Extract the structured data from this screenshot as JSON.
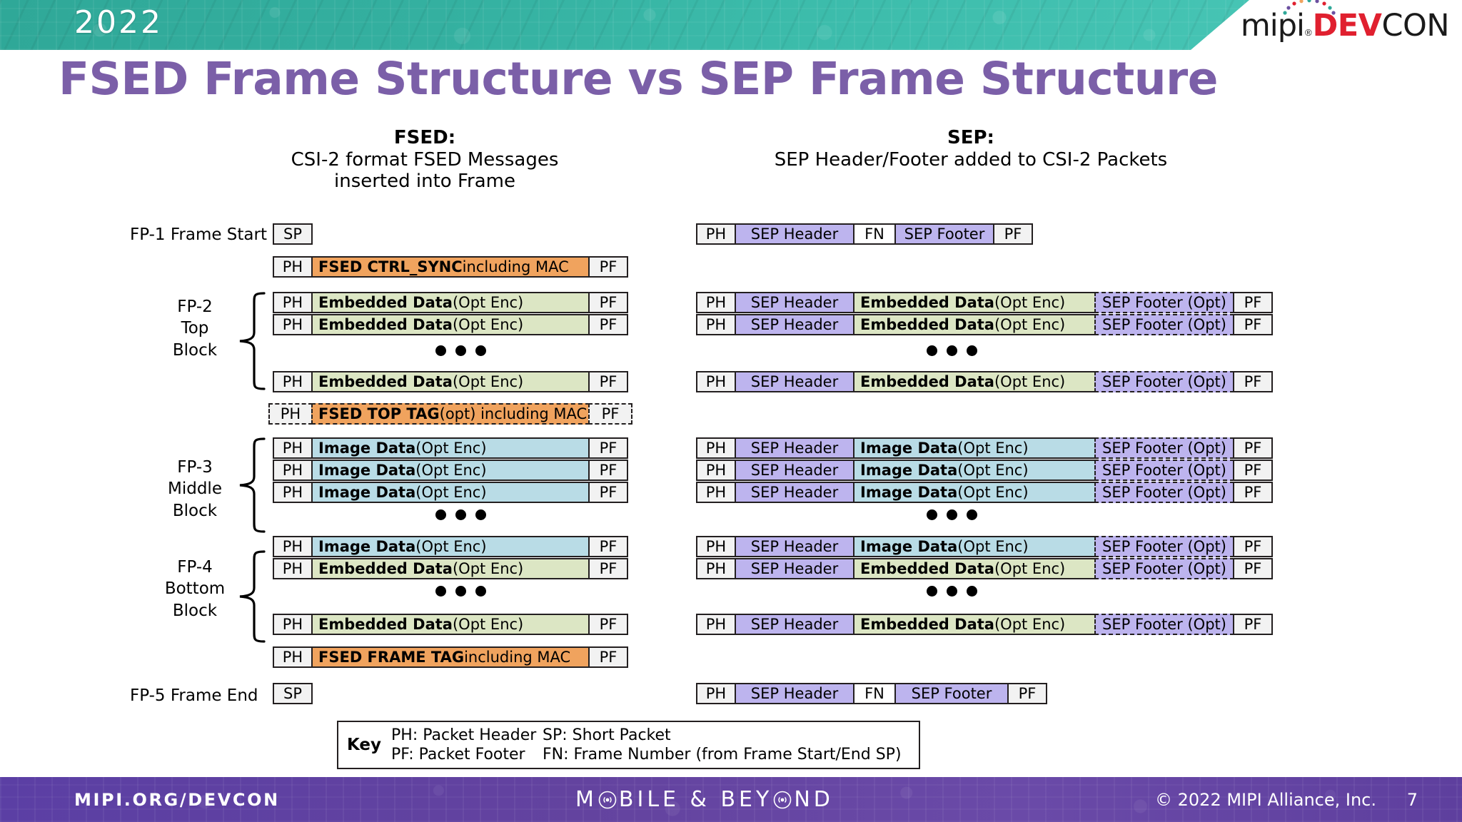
{
  "header": {
    "year": "2022",
    "logo": {
      "mipi": "mipi",
      "reg": "®",
      "dev": "DEV",
      "con": "CON"
    }
  },
  "title": "FSED Frame Structure vs SEP Frame Structure",
  "columns": {
    "fsed": {
      "title": "FSED:",
      "subtitle_line1": "CSI-2 format FSED Messages",
      "subtitle_line2": "inserted into Frame"
    },
    "sep": {
      "title": "SEP:",
      "subtitle_line1": "SEP Header/Footer added to CSI-2 Packets",
      "subtitle_line2": ""
    }
  },
  "labels": {
    "fp1": "FP-1 Frame Start",
    "fp2_l1": "FP-2",
    "fp2_l2": "Top",
    "fp2_l3": "Block",
    "fp3_l1": "FP-3",
    "fp3_l2": "Middle",
    "fp3_l3": "Block",
    "fp4_l1": "FP-4",
    "fp4_l2": "Bottom",
    "fp4_l3": "Block",
    "fp5": "FP-5 Frame End"
  },
  "cells": {
    "ph": "PH",
    "pf": "PF",
    "sp": "SP",
    "fn": "FN",
    "sep_header": "SEP Header",
    "sep_footer": "SEP Footer",
    "sep_footer_opt": "SEP Footer (Opt)",
    "embedded_bold": "Embedded Data",
    "embedded_rest": " (Opt Enc)",
    "image_bold": "Image Data",
    "image_rest": " (Opt Enc)",
    "ctrl_sync_bold": "FSED CTRL_SYNC",
    "ctrl_sync_rest": " including MAC",
    "top_tag_bold": "FSED TOP TAG",
    "top_tag_rest": " (opt) including MAC",
    "frame_tag_bold": "FSED FRAME TAG",
    "frame_tag_rest": " including MAC"
  },
  "key": {
    "label": "Key",
    "ph": "PH: Packet Header",
    "sp": "SP: Short Packet",
    "pf": "PF: Packet Footer",
    "fn": "FN: Frame Number (from Frame Start/End SP)"
  },
  "footer": {
    "url": "MIPI.ORG/DEVCON",
    "tagline_a": "M",
    "tagline_b": "BILE & BEY",
    "tagline_c": "ND",
    "copyright": "© 2022 MIPI Alliance, Inc.",
    "page": "7"
  },
  "colors": {
    "title_purple": "#7b5fa8",
    "header_teal": "#34b0a0",
    "footer_purple": "#5e3f9e",
    "embedded_green": "#dce6c4",
    "image_blue": "#b9dce6",
    "fsed_orange": "#f0a35e",
    "sep_purple": "#bdb4ee",
    "logo_red": "#e0202f"
  }
}
